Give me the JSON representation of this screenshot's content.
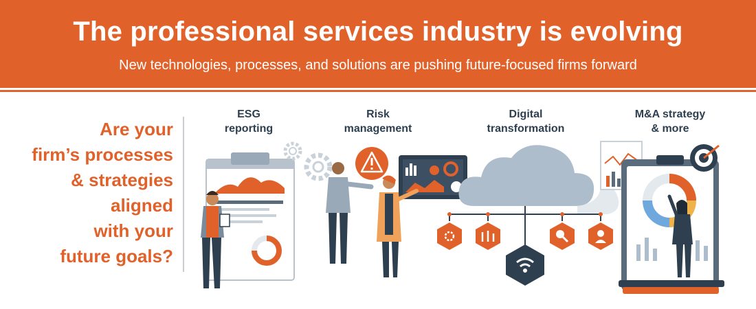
{
  "header": {
    "title": "The professional services industry is evolving",
    "subtitle": "New technologies, processes, and solutions are pushing future-focused firms forward"
  },
  "question": {
    "lines": [
      "Are your",
      "firm’s processes",
      "& strategies",
      "aligned",
      "with your",
      "future goals?"
    ]
  },
  "topics": [
    {
      "label": "ESG\nreporting"
    },
    {
      "label": "Risk\nmanagement"
    },
    {
      "label": "Digital\ntransformation"
    },
    {
      "label": "M&A strategy\n& more"
    }
  ],
  "colors": {
    "accent": "#e0622a",
    "navy": "#2e3f4f",
    "slate": "#5a6b7b",
    "cloud": "#aebdcc",
    "light": "#e4e9ee"
  },
  "icons": [
    "gear-icon",
    "warning-icon",
    "cloud-icon",
    "wifi-icon",
    "target-icon",
    "clipboard-icon",
    "chart-icon"
  ]
}
